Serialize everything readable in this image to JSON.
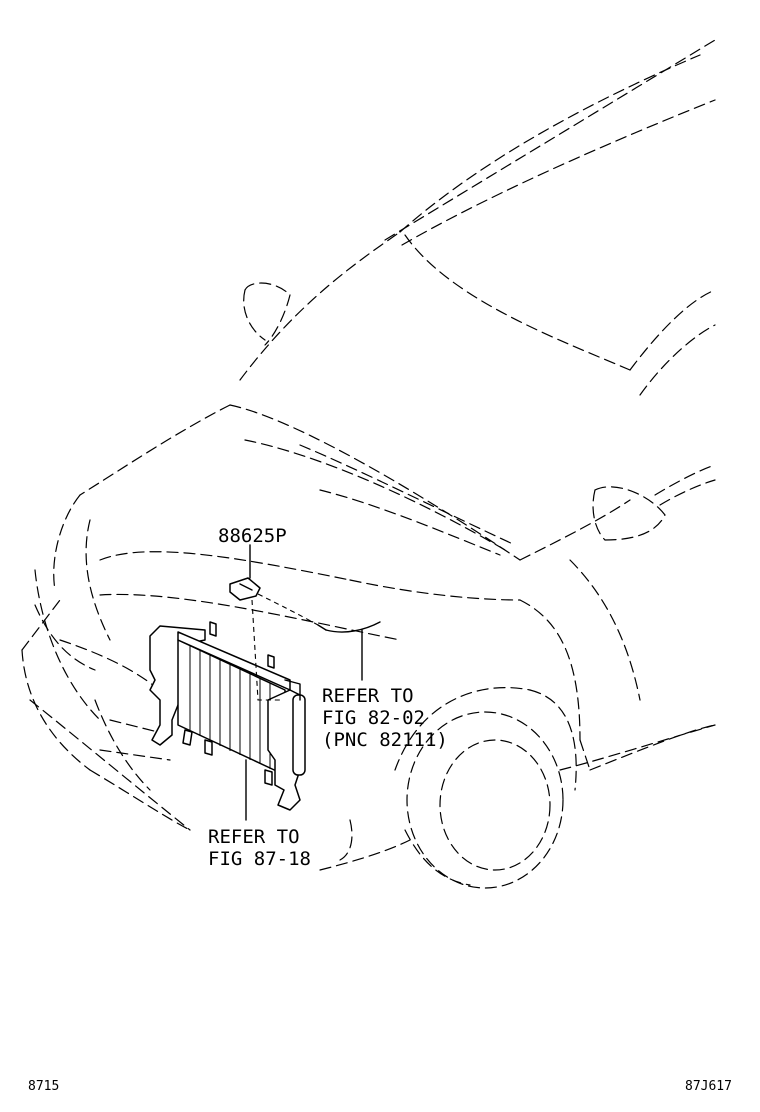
{
  "diagram": {
    "part_label": "88625P",
    "callout_right": {
      "line1": "REFER TO",
      "line2": "FIG 82-02",
      "line3": "(PNC 82111)"
    },
    "callout_bottom": {
      "line1": "REFER TO",
      "line2": "FIG 87-18"
    },
    "footer_left": "8715",
    "footer_right": "87J617"
  }
}
